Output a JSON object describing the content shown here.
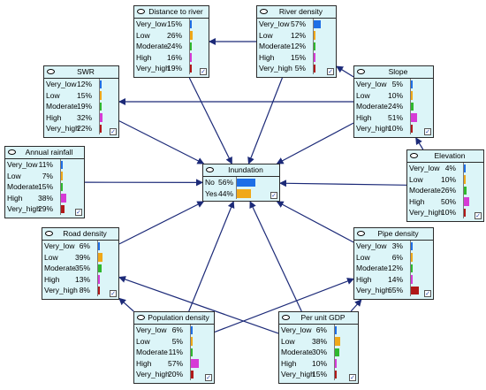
{
  "nodes": [
    {
      "id": "distance_to_river",
      "title": "Distance to river",
      "states": [
        {
          "label": "Very_low",
          "value": "15%",
          "level": 15,
          "color": "#1e6fe6"
        },
        {
          "label": "Low",
          "value": "26%",
          "level": 26,
          "color": "#f0a818"
        },
        {
          "label": "Moderate",
          "value": "24%",
          "level": 24,
          "color": "#2eb82e"
        },
        {
          "label": "High",
          "value": "16%",
          "level": 16,
          "color": "#d63ad6"
        },
        {
          "label": "Very_high",
          "value": "19%",
          "level": 19,
          "color": "#b01818"
        }
      ]
    },
    {
      "id": "river_density",
      "title": "River density",
      "states": [
        {
          "label": "Very_low",
          "value": "57%",
          "level": 57,
          "color": "#1e6fe6"
        },
        {
          "label": "Low",
          "value": "12%",
          "level": 12,
          "color": "#f0a818"
        },
        {
          "label": "Moderate",
          "value": "12%",
          "level": 12,
          "color": "#2eb82e"
        },
        {
          "label": "High",
          "value": "15%",
          "level": 15,
          "color": "#d63ad6"
        },
        {
          "label": "Very_high",
          "value": "5%",
          "level": 5,
          "color": "#b01818"
        }
      ]
    },
    {
      "id": "swr",
      "title": "SWR",
      "states": [
        {
          "label": "Very_low",
          "value": "12%",
          "level": 12,
          "color": "#1e6fe6"
        },
        {
          "label": "Low",
          "value": "15%",
          "level": 15,
          "color": "#f0a818"
        },
        {
          "label": "Moderate",
          "value": "19%",
          "level": 19,
          "color": "#2eb82e"
        },
        {
          "label": "High",
          "value": "32%",
          "level": 32,
          "color": "#d63ad6"
        },
        {
          "label": "Very_high",
          "value": "22%",
          "level": 22,
          "color": "#b01818"
        }
      ]
    },
    {
      "id": "slope",
      "title": "Slope",
      "states": [
        {
          "label": "Very_low",
          "value": "5%",
          "level": 5,
          "color": "#1e6fe6"
        },
        {
          "label": "Low",
          "value": "10%",
          "level": 10,
          "color": "#f0a818"
        },
        {
          "label": "Moderate",
          "value": "24%",
          "level": 24,
          "color": "#2eb82e"
        },
        {
          "label": "High",
          "value": "51%",
          "level": 51,
          "color": "#d63ad6"
        },
        {
          "label": "Very_high",
          "value": "10%",
          "level": 10,
          "color": "#b01818"
        }
      ]
    },
    {
      "id": "annual_rainfall",
      "title": "Annual rainfall",
      "states": [
        {
          "label": "Very_low",
          "value": "11%",
          "level": 11,
          "color": "#1e6fe6"
        },
        {
          "label": "Low",
          "value": "7%",
          "level": 7,
          "color": "#f0a818"
        },
        {
          "label": "Moderate",
          "value": "15%",
          "level": 15,
          "color": "#2eb82e"
        },
        {
          "label": "High",
          "value": "38%",
          "level": 38,
          "color": "#d63ad6"
        },
        {
          "label": "Very_high",
          "value": "29%",
          "level": 29,
          "color": "#b01818"
        }
      ]
    },
    {
      "id": "inundation",
      "title": "Inundation",
      "states": [
        {
          "label": "No",
          "value": "56%",
          "level": 56,
          "color": "#1e6fe6"
        },
        {
          "label": "Yes",
          "value": "44%",
          "level": 44,
          "color": "#f0a818"
        }
      ]
    },
    {
      "id": "elevation",
      "title": "Elevation",
      "states": [
        {
          "label": "Very_low",
          "value": "4%",
          "level": 4,
          "color": "#1e6fe6"
        },
        {
          "label": "Low",
          "value": "10%",
          "level": 10,
          "color": "#f0a818"
        },
        {
          "label": "Moderate",
          "value": "26%",
          "level": 26,
          "color": "#2eb82e"
        },
        {
          "label": "High",
          "value": "50%",
          "level": 50,
          "color": "#d63ad6"
        },
        {
          "label": "Very_high",
          "value": "10%",
          "level": 10,
          "color": "#b01818"
        }
      ]
    },
    {
      "id": "road_density",
      "title": "Road density",
      "states": [
        {
          "label": "Very_low",
          "value": "6%",
          "level": 6,
          "color": "#1e6fe6"
        },
        {
          "label": "Low",
          "value": "39%",
          "level": 39,
          "color": "#f0a818"
        },
        {
          "label": "Moderate",
          "value": "35%",
          "level": 35,
          "color": "#2eb82e"
        },
        {
          "label": "High",
          "value": "13%",
          "level": 13,
          "color": "#d63ad6"
        },
        {
          "label": "Very_high",
          "value": "8%",
          "level": 8,
          "color": "#b01818"
        }
      ]
    },
    {
      "id": "pipe_density",
      "title": "Pipe density",
      "states": [
        {
          "label": "Very_low",
          "value": "3%",
          "level": 3,
          "color": "#1e6fe6"
        },
        {
          "label": "Low",
          "value": "6%",
          "level": 6,
          "color": "#f0a818"
        },
        {
          "label": "Moderate",
          "value": "12%",
          "level": 12,
          "color": "#2eb82e"
        },
        {
          "label": "High",
          "value": "14%",
          "level": 14,
          "color": "#d63ad6"
        },
        {
          "label": "Very_high",
          "value": "65%",
          "level": 65,
          "color": "#b01818"
        }
      ]
    },
    {
      "id": "population_density",
      "title": "Population density",
      "states": [
        {
          "label": "Very_low",
          "value": "6%",
          "level": 6,
          "color": "#1e6fe6"
        },
        {
          "label": "Low",
          "value": "5%",
          "level": 5,
          "color": "#f0a818"
        },
        {
          "label": "Moderate",
          "value": "11%",
          "level": 11,
          "color": "#2eb82e"
        },
        {
          "label": "High",
          "value": "57%",
          "level": 57,
          "color": "#d63ad6"
        },
        {
          "label": "Very_high",
          "value": "20%",
          "level": 20,
          "color": "#b01818"
        }
      ]
    },
    {
      "id": "per_unit_gdp",
      "title": "Per unit GDP",
      "states": [
        {
          "label": "Very_low",
          "value": "6%",
          "level": 6,
          "color": "#1e6fe6"
        },
        {
          "label": "Low",
          "value": "38%",
          "level": 38,
          "color": "#f0a818"
        },
        {
          "label": "Moderate",
          "value": "30%",
          "level": 30,
          "color": "#2eb82e"
        },
        {
          "label": "High",
          "value": "10%",
          "level": 10,
          "color": "#d63ad6"
        },
        {
          "label": "Very_high",
          "value": "15%",
          "level": 15,
          "color": "#b01818"
        }
      ]
    }
  ],
  "edges": [
    {
      "from": "river_density",
      "to": "distance_to_river"
    },
    {
      "from": "distance_to_river",
      "to": "inundation"
    },
    {
      "from": "river_density",
      "to": "inundation"
    },
    {
      "from": "slope",
      "to": "river_density"
    },
    {
      "from": "slope",
      "to": "swr"
    },
    {
      "from": "slope",
      "to": "inundation"
    },
    {
      "from": "swr",
      "to": "inundation"
    },
    {
      "from": "annual_rainfall",
      "to": "inundation"
    },
    {
      "from": "elevation",
      "to": "slope"
    },
    {
      "from": "elevation",
      "to": "inundation"
    },
    {
      "from": "road_density",
      "to": "inundation"
    },
    {
      "from": "pipe_density",
      "to": "inundation"
    },
    {
      "from": "population_density",
      "to": "road_density"
    },
    {
      "from": "population_density",
      "to": "pipe_density"
    },
    {
      "from": "population_density",
      "to": "inundation"
    },
    {
      "from": "per_unit_gdp",
      "to": "road_density"
    },
    {
      "from": "per_unit_gdp",
      "to": "pipe_density"
    },
    {
      "from": "per_unit_gdp",
      "to": "inundation"
    }
  ],
  "colors": {
    "node_fill": "#dcf5f8",
    "edge": "#1c2a78"
  }
}
